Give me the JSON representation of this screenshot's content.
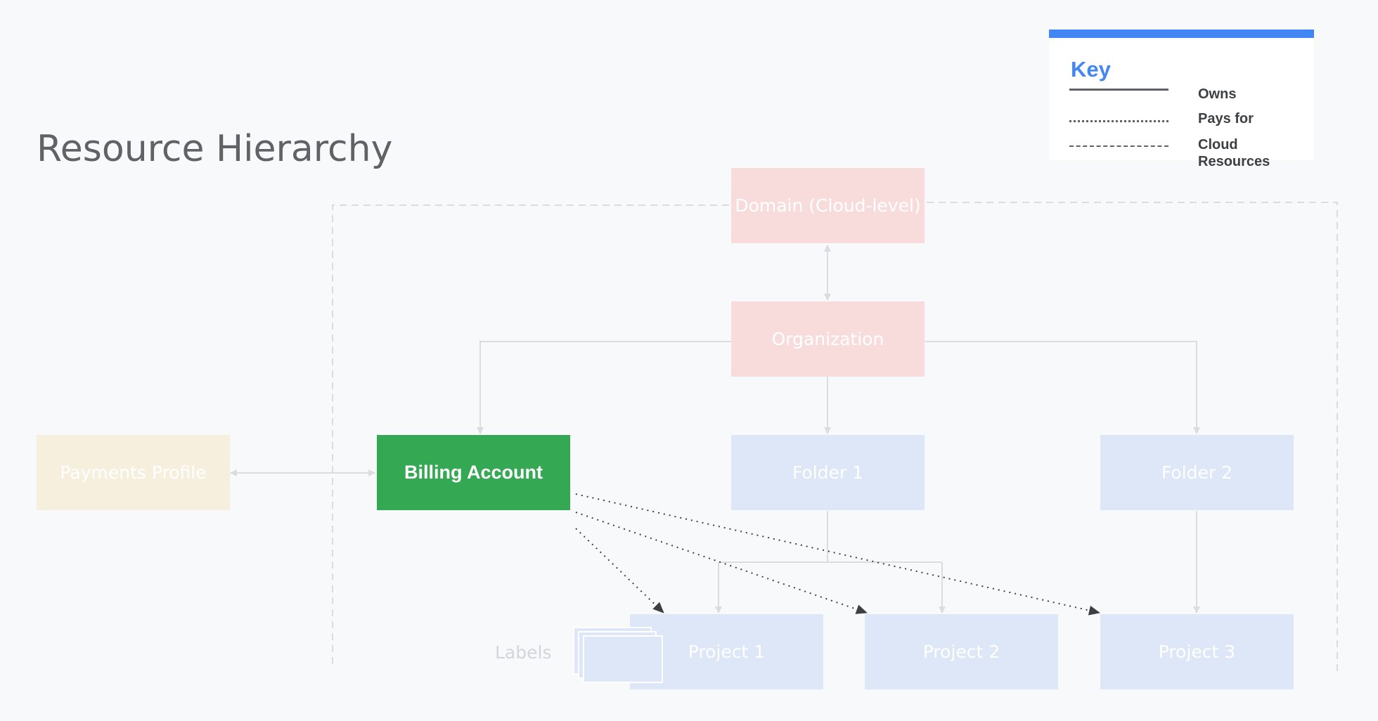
{
  "title": "Resource Hierarchy",
  "nodes": {
    "domain": "Domain (Cloud-level)",
    "organization": "Organization",
    "payments_profile": "Payments Profile",
    "billing_account": "Billing Account",
    "folder_1": "Folder 1",
    "folder_2": "Folder 2",
    "project_1": "Project 1",
    "project_2": "Project 2",
    "project_3": "Project 3"
  },
  "labels_text": "Labels",
  "key": {
    "title": "Key",
    "owns": "Owns",
    "pays_for": "Pays for",
    "cloud_resources_line1": "Cloud",
    "cloud_resources_line2": "Resources"
  },
  "colors": {
    "accent": "#4285f4",
    "billing": "#34a853",
    "org_node": "#f8dcdc",
    "resource_node": "#dde7f8",
    "payments_node": "#f7efdd"
  }
}
